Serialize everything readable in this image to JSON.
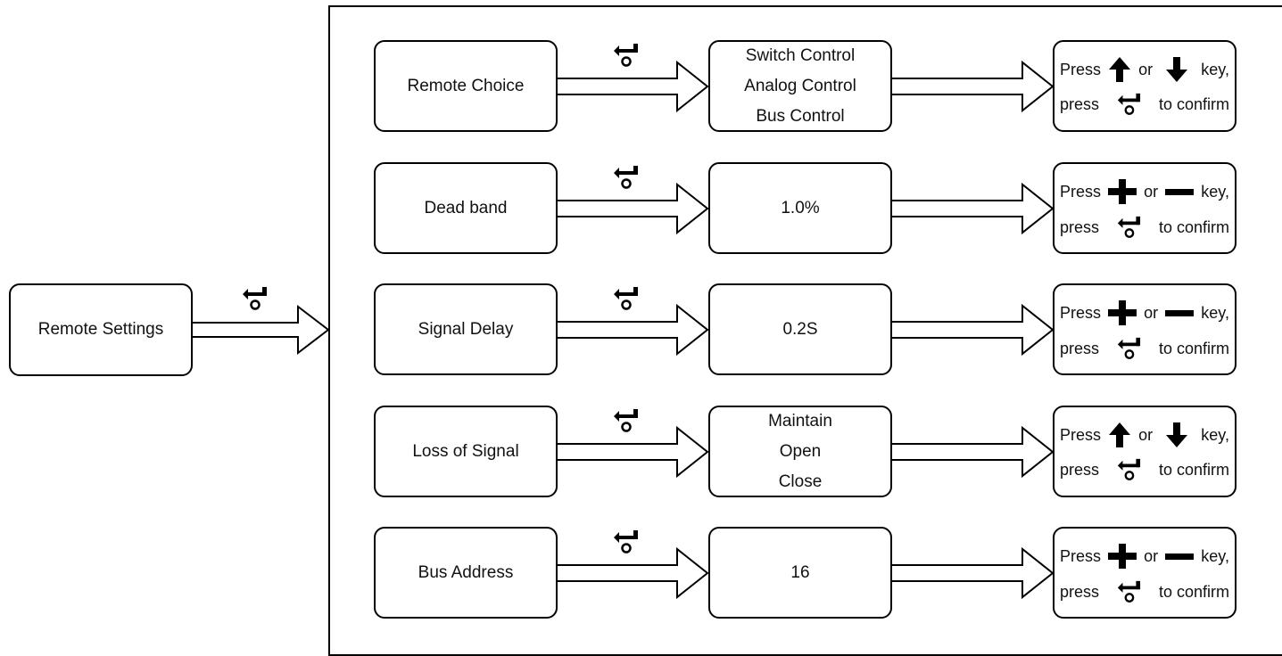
{
  "root": {
    "label": "Remote Settings"
  },
  "rows": [
    {
      "name": "Remote Choice",
      "options": [
        "Switch Control",
        "Analog Control",
        "Bus Control"
      ],
      "keys": "arrows"
    },
    {
      "name": "Dead band",
      "options": [
        "1.0%"
      ],
      "keys": "plusminus"
    },
    {
      "name": "Signal Delay",
      "options": [
        "0.2S"
      ],
      "keys": "plusminus"
    },
    {
      "name": "Loss of Signal",
      "options": [
        "Maintain",
        "Open",
        "Close"
      ],
      "keys": "arrows"
    },
    {
      "name": "Bus Address",
      "options": [
        "16"
      ],
      "keys": "plusminus"
    }
  ],
  "instructions": {
    "press": "Press",
    "or": "or",
    "key": "key,",
    "press_lower": "press",
    "to_confirm": "to confirm"
  },
  "icons": {
    "enter": "enter-key-icon",
    "up": "up-arrow-icon",
    "down": "down-arrow-icon",
    "plus": "plus-key-icon",
    "minus": "minus-key-icon"
  }
}
